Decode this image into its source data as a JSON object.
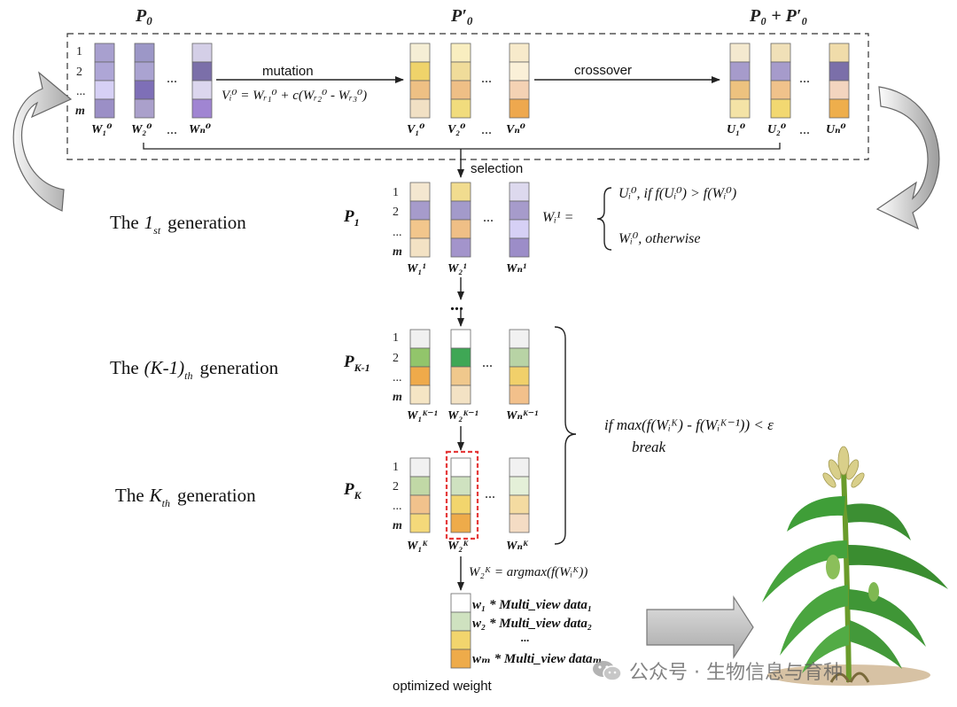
{
  "headers": {
    "p0": "P",
    "p0_sub": "0",
    "p0_prime": "P′",
    "p0_prime_sub": "0",
    "combined": "P₀ + P′₀"
  },
  "ops": {
    "mutation": "mutation",
    "crossover": "crossover",
    "selection": "selection"
  },
  "formulas": {
    "mutation": "Vᵢ⁰ = Wᵣ₁⁰ + c(Wᵣ₂⁰ - Wᵣ₃⁰)",
    "select_lhs": "Wᵢ¹ =",
    "select_case1": "Uᵢ⁰,  if   f(Uᵢ⁰) > f(Wᵢ⁰)",
    "select_case2": "Wᵢ⁰,  otherwise",
    "break_cond": "if   max(f(Wᵢᴷ) - f(Wᵢᴷ⁻¹)) <  ε",
    "break_word": "break",
    "argmax": "W₂ᴷ = argmax(f(Wᵢᴷ))"
  },
  "row_labels": [
    "1",
    "2",
    "...",
    "m"
  ],
  "ellipsis": "...",
  "vdots": "⋮",
  "populations": {
    "P0": {
      "labels": [
        "W₁⁰",
        "W₂⁰",
        "Wₙ⁰"
      ],
      "colors": [
        [
          "#a8a0cf",
          "#aea6d6",
          "#d6d0f5",
          "#9b8fc6"
        ],
        [
          "#9c97c7",
          "#aaa3d1",
          "#7e6fb7",
          "#aaa0cb"
        ],
        [
          "#d4cfe7",
          "#7b6fa9",
          "#dcd6ee",
          "#a085d2"
        ]
      ]
    },
    "V0": {
      "labels": [
        "V₁⁰",
        "V₂⁰",
        "Vₙ⁰"
      ],
      "colors": [
        [
          "#f5eed5",
          "#efd36a",
          "#eec084",
          "#f1e0c4"
        ],
        [
          "#f9eec0",
          "#f0dc9a",
          "#efbf86",
          "#f1dc7d"
        ],
        [
          "#f7eacb",
          "#faf0d8",
          "#f4d2b4",
          "#eea84e"
        ]
      ]
    },
    "U0": {
      "labels": [
        "U₁⁰",
        "U₂⁰",
        "Uₙ⁰"
      ],
      "colors": [
        [
          "#f4e9cf",
          "#a69bcb",
          "#edc27f",
          "#f4e3a6"
        ],
        [
          "#f0e0b8",
          "#a69bcb",
          "#f0c28b",
          "#f2d871"
        ],
        [
          "#f0dcaa",
          "#7b6fa9",
          "#f3d5bf",
          "#eeae4c"
        ]
      ]
    },
    "P1": {
      "labels": [
        "W₁¹",
        "W₂¹",
        "Wₙ¹"
      ],
      "colors": [
        [
          "#f4e7d0",
          "#a69bcb",
          "#f2c68c",
          "#f3e2c4"
        ],
        [
          "#f1dc8f",
          "#a39aca",
          "#efbf86",
          "#a394cb"
        ],
        [
          "#ddd9ee",
          "#a69bcb",
          "#d6d0f5",
          "#9c8dc8"
        ]
      ]
    },
    "PK1": {
      "labels": [
        "W₁ᴷ⁻¹",
        "W₂ᴷ⁻¹",
        "Wₙᴷ⁻¹"
      ],
      "colors": [
        [
          "#f0f0f0",
          "#92c56b",
          "#efaa4a",
          "#f5e5c4"
        ],
        [
          "#ffffff",
          "#3fa755",
          "#f0c88c",
          "#f3e2c4"
        ],
        [
          "#f1f1f1",
          "#b8d3a5",
          "#f1d06a",
          "#f2c08b"
        ]
      ]
    },
    "PK": {
      "labels": [
        "W₁ᴷ",
        "W₂ᴷ",
        "Wₙᴷ"
      ],
      "colors": [
        [
          "#f1f1f1",
          "#c1d8a6",
          "#f1c28c",
          "#f4d97a"
        ],
        [
          "#ffffff",
          "#cfe2c0",
          "#f2d56d",
          "#eeab4a"
        ],
        [
          "#f1f1f1",
          "#e4f0d8",
          "#f4dba1",
          "#f4dcc4"
        ]
      ]
    }
  },
  "gen_labels": {
    "g1_pre": "The",
    "g1_sub_main": "1",
    "g1_sub": "st",
    "g1_post": "generation",
    "g2_pre": "The",
    "g2_sub_main": "(K-1)",
    "g2_sub": "th",
    "g2_post": "generation",
    "g3_pre": "The",
    "g3_sub_main": "K",
    "g3_sub": "th",
    "g3_post": "generation"
  },
  "pop_labels": {
    "P1": "P",
    "P1_sub": "1",
    "PK1": "P",
    "PK1_sub": "K-1",
    "PK": "P",
    "PK_sub": "K"
  },
  "optimized": {
    "colors": [
      "#ffffff",
      "#cfe2c0",
      "#f2d56d",
      "#eeab4a"
    ],
    "lines": [
      "w₁ * Multi_view data₁",
      "w₂ * Multi_view data₂",
      "...",
      "wₘ * Multi_view dataₘ"
    ],
    "caption": "optimized weight"
  },
  "watermark": "公众号 · 生物信息与育种"
}
